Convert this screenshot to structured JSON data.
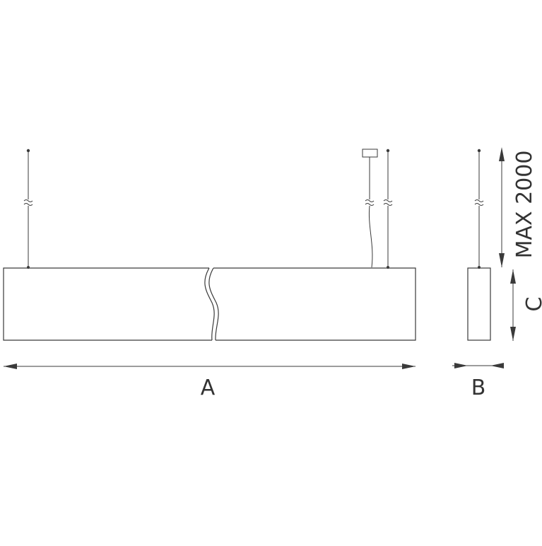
{
  "labels": {
    "length": "A",
    "width": "B",
    "height": "C",
    "suspension": "MAX 2000"
  },
  "colors": {
    "line": "#3a3a3a",
    "text": "#333333",
    "background": "#ffffff"
  }
}
